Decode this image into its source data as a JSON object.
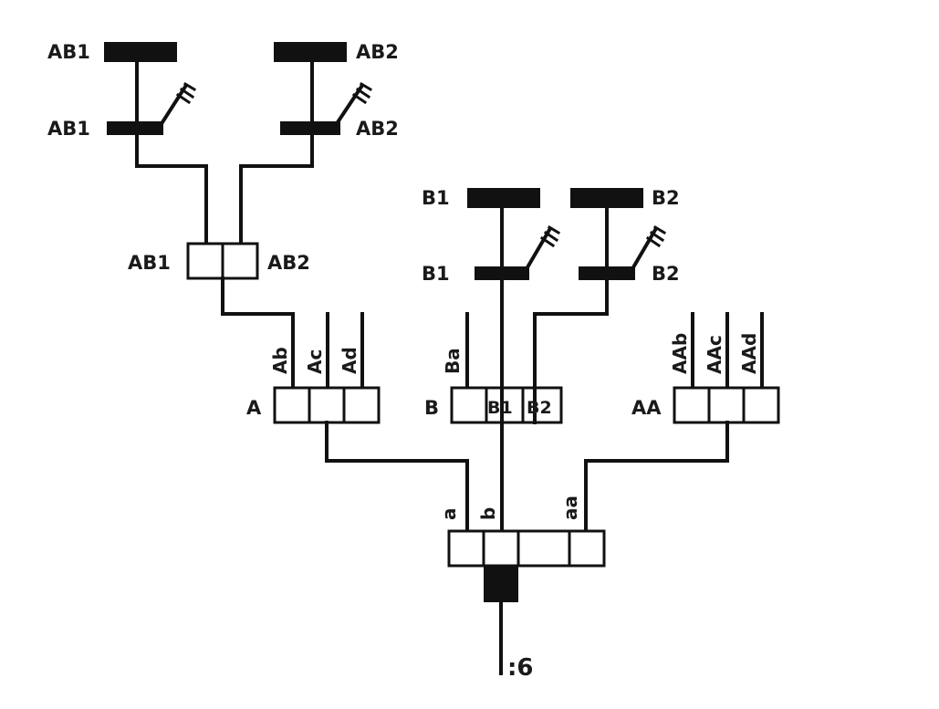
{
  "diagram": {
    "buffers": {
      "ab1_top": "AB1",
      "ab2_top": "AB2",
      "b1_top": "B1",
      "b2_top": "B2"
    },
    "keys": {
      "ab1_key": "AB1",
      "ab2_key": "AB2",
      "b1_key": "B1",
      "b2_key": "B2"
    },
    "merge_ab": {
      "left_label": "AB1",
      "right_label": "AB2"
    },
    "group_a": {
      "label": "A",
      "inputs": [
        "Ab",
        "Ac",
        "Ad"
      ]
    },
    "group_b": {
      "label": "B",
      "inputs": [
        "Ba"
      ],
      "cells": [
        "B1",
        "B2"
      ]
    },
    "group_aa": {
      "label": "AA",
      "inputs": [
        "AAb",
        "AAc",
        "AAd"
      ]
    },
    "root": {
      "inputs": [
        "a",
        "b",
        "aa"
      ],
      "output": ":6"
    }
  }
}
